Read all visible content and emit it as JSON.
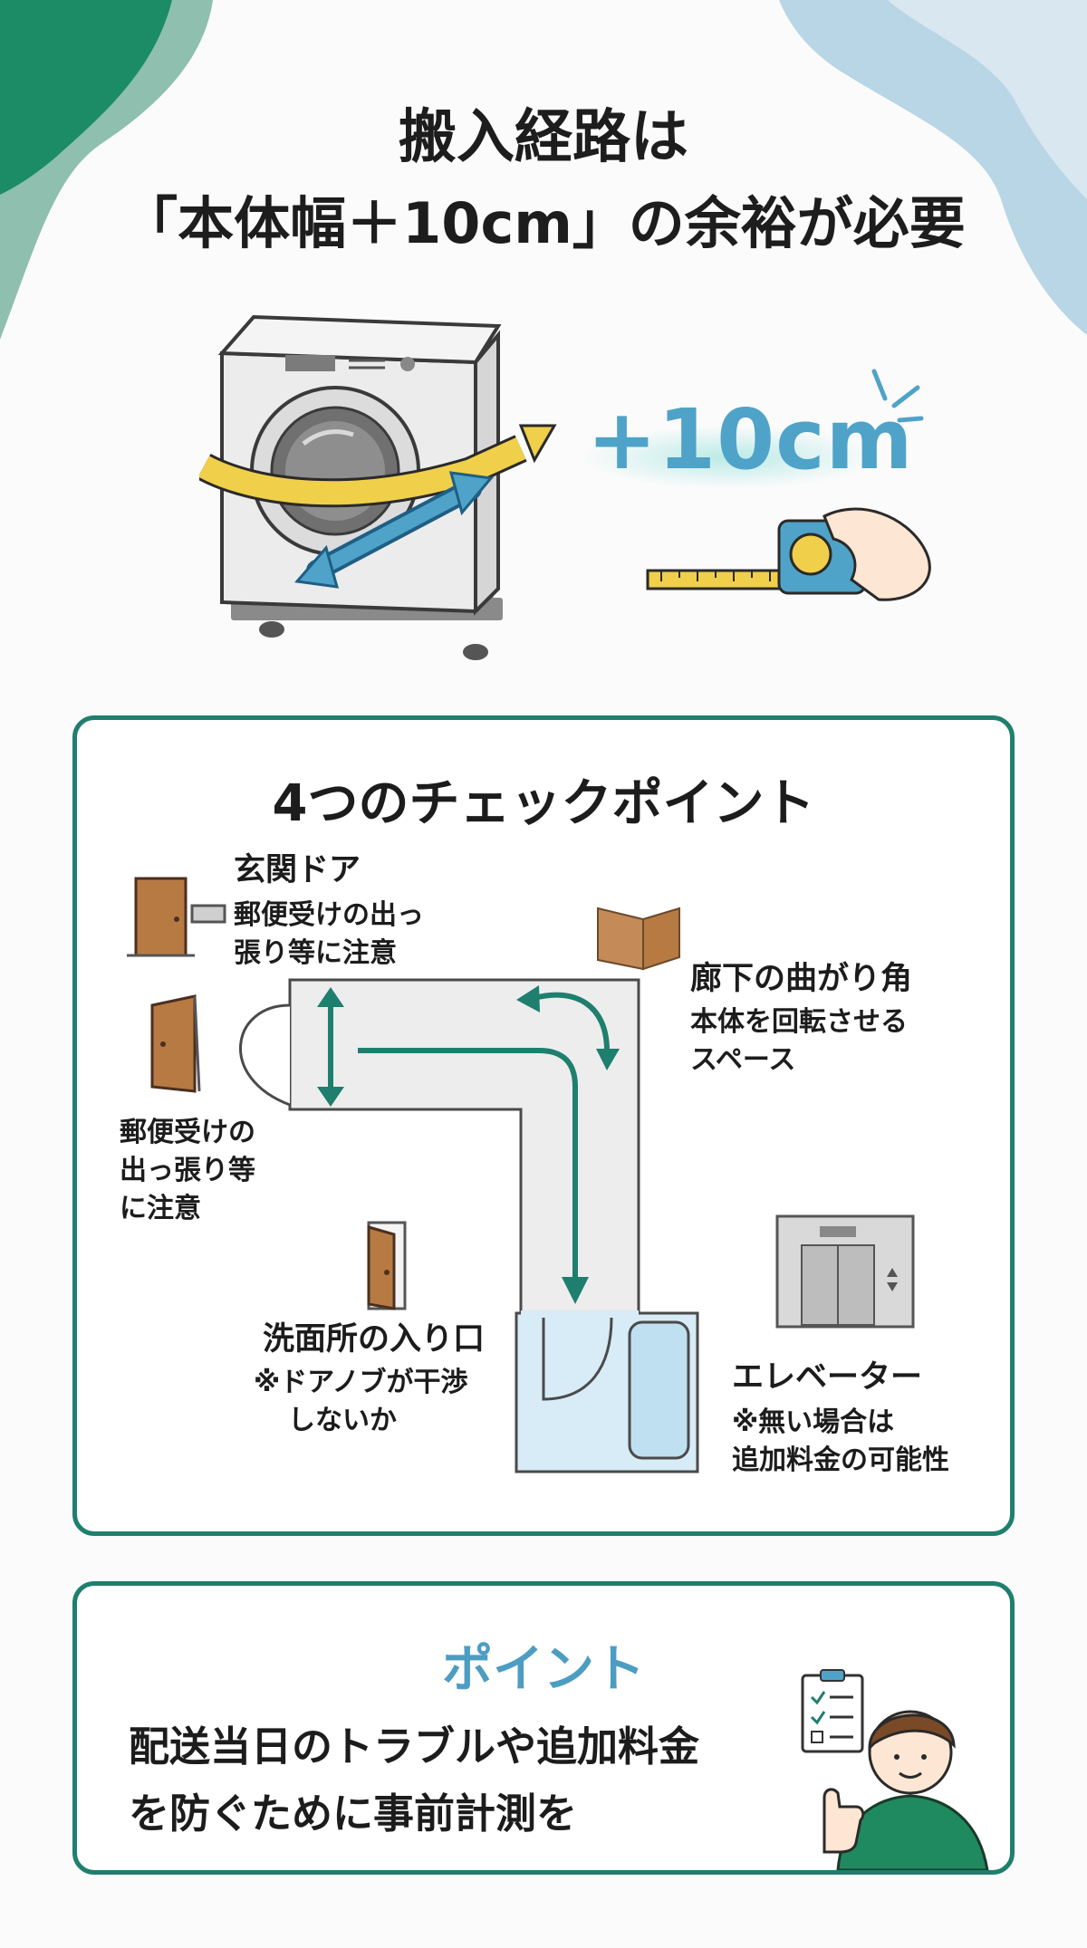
{
  "header": {
    "title_line1": "搬入経路は",
    "title_line2": "「本体幅＋10cm」の余裕が必要"
  },
  "hero": {
    "margin_label": "+10cm"
  },
  "checkpoints": {
    "title": "4つのチェックポイント",
    "entrance": {
      "label": "玄関ドア",
      "note_line1": "郵便受けの出っ",
      "note_line2": "張り等に注意"
    },
    "side_note": {
      "line1": "郵便受けの",
      "line2": "出っ張り等",
      "line3": "に注意"
    },
    "corner": {
      "label": "廊下の曲がり角",
      "note_line1": "本体を回転させる",
      "note_line2": "スペース"
    },
    "washroom": {
      "label": "洗面所の入り口",
      "note_line1": "※ドアノブが干渉",
      "note_line2": "しないか"
    },
    "elevator": {
      "label": "エレベーター",
      "note_line1": "※無い場合は",
      "note_line2": "追加料金の可能性"
    }
  },
  "point": {
    "title": "ポイント",
    "line1": "配送当日のトラブルや追加料金",
    "line2": "を防ぐために事前計測を"
  },
  "colors": {
    "teal": "#1f7f6e",
    "blue": "#4fa3c8",
    "tape_yellow": "#f0cf4a",
    "door_brown": "#b77a43"
  }
}
